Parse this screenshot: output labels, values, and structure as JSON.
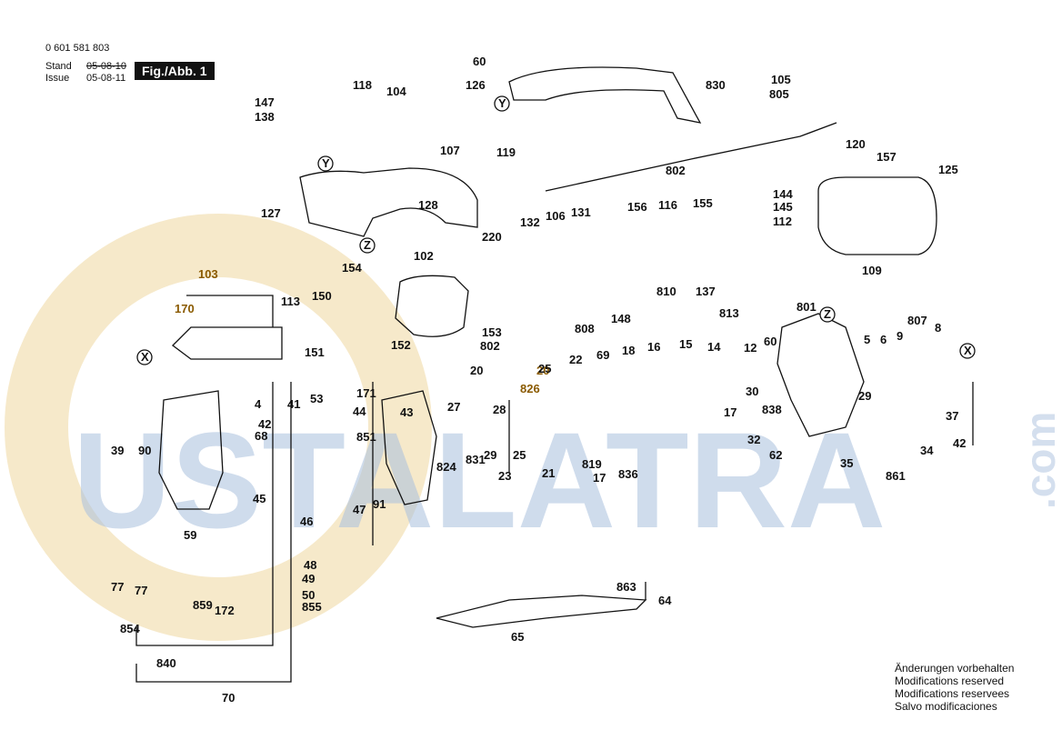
{
  "header": {
    "part_number": "0 601 581 803",
    "stand_label": "Stand",
    "stand_date": "05-08-10",
    "issue_label": "Issue",
    "issue_date": "05-08-11",
    "figure_label": "Fig./Abb. 1"
  },
  "notes": [
    "Änderungen vorbehalten",
    "Modifications reserved",
    "Modifications reservees",
    "Salvo modificaciones"
  ],
  "watermark": {
    "text": "USTALATRA",
    "suffix": ".com",
    "color": "#9db6d8",
    "accent": "#f2d9a6"
  },
  "labels": [
    "60",
    "126",
    "Y",
    "830",
    "105",
    "805",
    "118",
    "104",
    "147",
    "138",
    "107",
    "119",
    "802",
    "120",
    "157",
    "125",
    "Y",
    "128",
    "127",
    "132",
    "106",
    "131",
    "156",
    "116",
    "155",
    "144",
    "145",
    "112",
    "Z",
    "220",
    "109",
    "103",
    "170",
    "154",
    "102",
    "113",
    "150",
    "151",
    "152",
    "X",
    "153",
    "802",
    "808",
    "148",
    "810",
    "137",
    "801",
    "813",
    "Z",
    "5",
    "6",
    "9",
    "807",
    "8",
    "X",
    "12",
    "60",
    "14",
    "15",
    "16",
    "18",
    "20",
    "22",
    "69",
    "20",
    "25",
    "826",
    "27",
    "28",
    "29",
    "25",
    "831",
    "824",
    "23",
    "21",
    "819",
    "17",
    "836",
    "30",
    "838",
    "29",
    "17",
    "32",
    "62",
    "37",
    "34",
    "35",
    "861",
    "42",
    "4",
    "42",
    "68",
    "90",
    "39",
    "43",
    "41",
    "53",
    "171",
    "44",
    "851",
    "45",
    "46",
    "47",
    "91",
    "59",
    "77",
    "77",
    "859",
    "172",
    "48",
    "49",
    "50",
    "855",
    "854",
    "840",
    "70",
    "863",
    "64",
    "65"
  ],
  "colors": {
    "line": "#111111",
    "highlight": "#8a5a00"
  }
}
